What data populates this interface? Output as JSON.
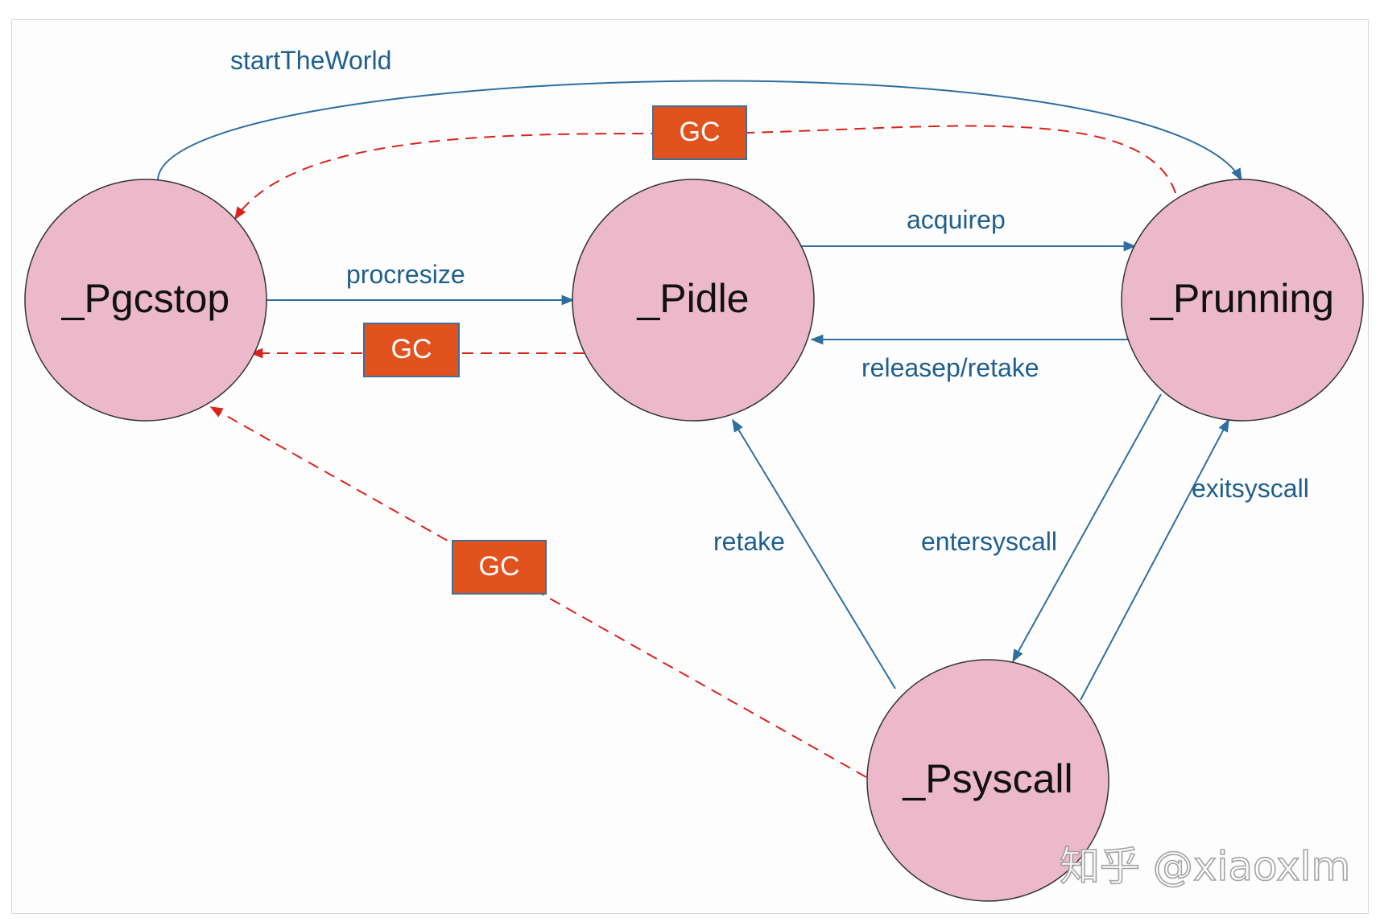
{
  "colors": {
    "node_fill": "#ecb9cb",
    "node_stroke": "#333333",
    "arrow_blue": "#2f6f9f",
    "arrow_red": "#d9231c",
    "gc_fill": "#e2521f",
    "gc_stroke": "#3f6f96",
    "label_blue": "#1f5f8b"
  },
  "states": {
    "pgcstop": "_Pgcstop",
    "pidle": "_Pidle",
    "prunning": "_Prunning",
    "psyscall": "_Psyscall"
  },
  "transitions": {
    "start_the_world": "startTheWorld",
    "procresize": "procresize",
    "acquirep": "acquirep",
    "releasep_retake": "releasep/retake",
    "retake": "retake",
    "entersyscall": "entersyscall",
    "exitsyscall": "exitsyscall"
  },
  "gc_badges": {
    "top": "GC",
    "middle": "GC",
    "bottom": "GC"
  },
  "watermark": "知乎 @xiaoxlm"
}
